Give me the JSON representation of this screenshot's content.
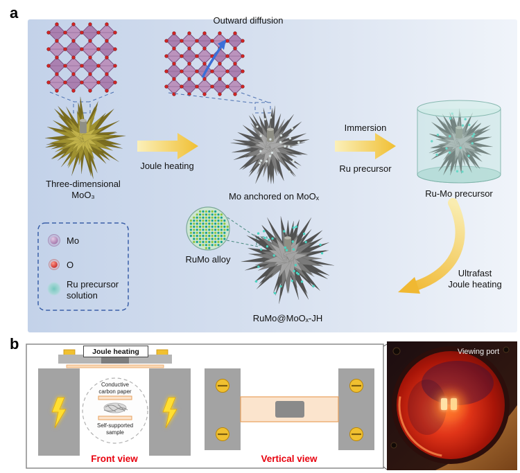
{
  "figure": {
    "panel_a": {
      "label": "a",
      "outward_diffusion": "Outward diffusion",
      "arrow1_label": "Joule heating",
      "moo3_label": "Three-dimensional\nMoO₃",
      "mo_anchored_label": "Mo anchored on MoOₓ",
      "arrow2_top": "Immersion",
      "arrow2_bottom": "Ru precursor",
      "rumo_precursor_label": "Ru-Mo precursor",
      "rumo_alloy_label": "RuMo alloy",
      "product_label": "RuMo@MoOₓ-JH",
      "curved_arrow_label": "Ultrafast\nJoule heating",
      "legend": {
        "mo": "Mo",
        "o": "O",
        "ru": "Ru precursor\nsolution"
      }
    },
    "panel_b": {
      "label": "b",
      "joule_heating": "Joule heating",
      "carbon_paper": "Conductive\ncarbon paper",
      "sample": "Self-supported\nsample",
      "front_view": "Front view",
      "vertical_view": "Vertical view",
      "viewing_port": "Viewing port"
    },
    "colors": {
      "panel_bg_left": "#c3d2e9",
      "panel_bg_right": "#f0f4fa",
      "flower_yellow": "#9f9130",
      "flower_gray": "#7f7f7f",
      "ru_teal": "#9fd6cc",
      "arrow_yellow": "#f0bf33",
      "diffusion_arrow_blue": "#3a6fd8",
      "view_label_red": "#e8000d",
      "legend_border": "#3a5fa8",
      "glow_red": "#e03418"
    }
  }
}
